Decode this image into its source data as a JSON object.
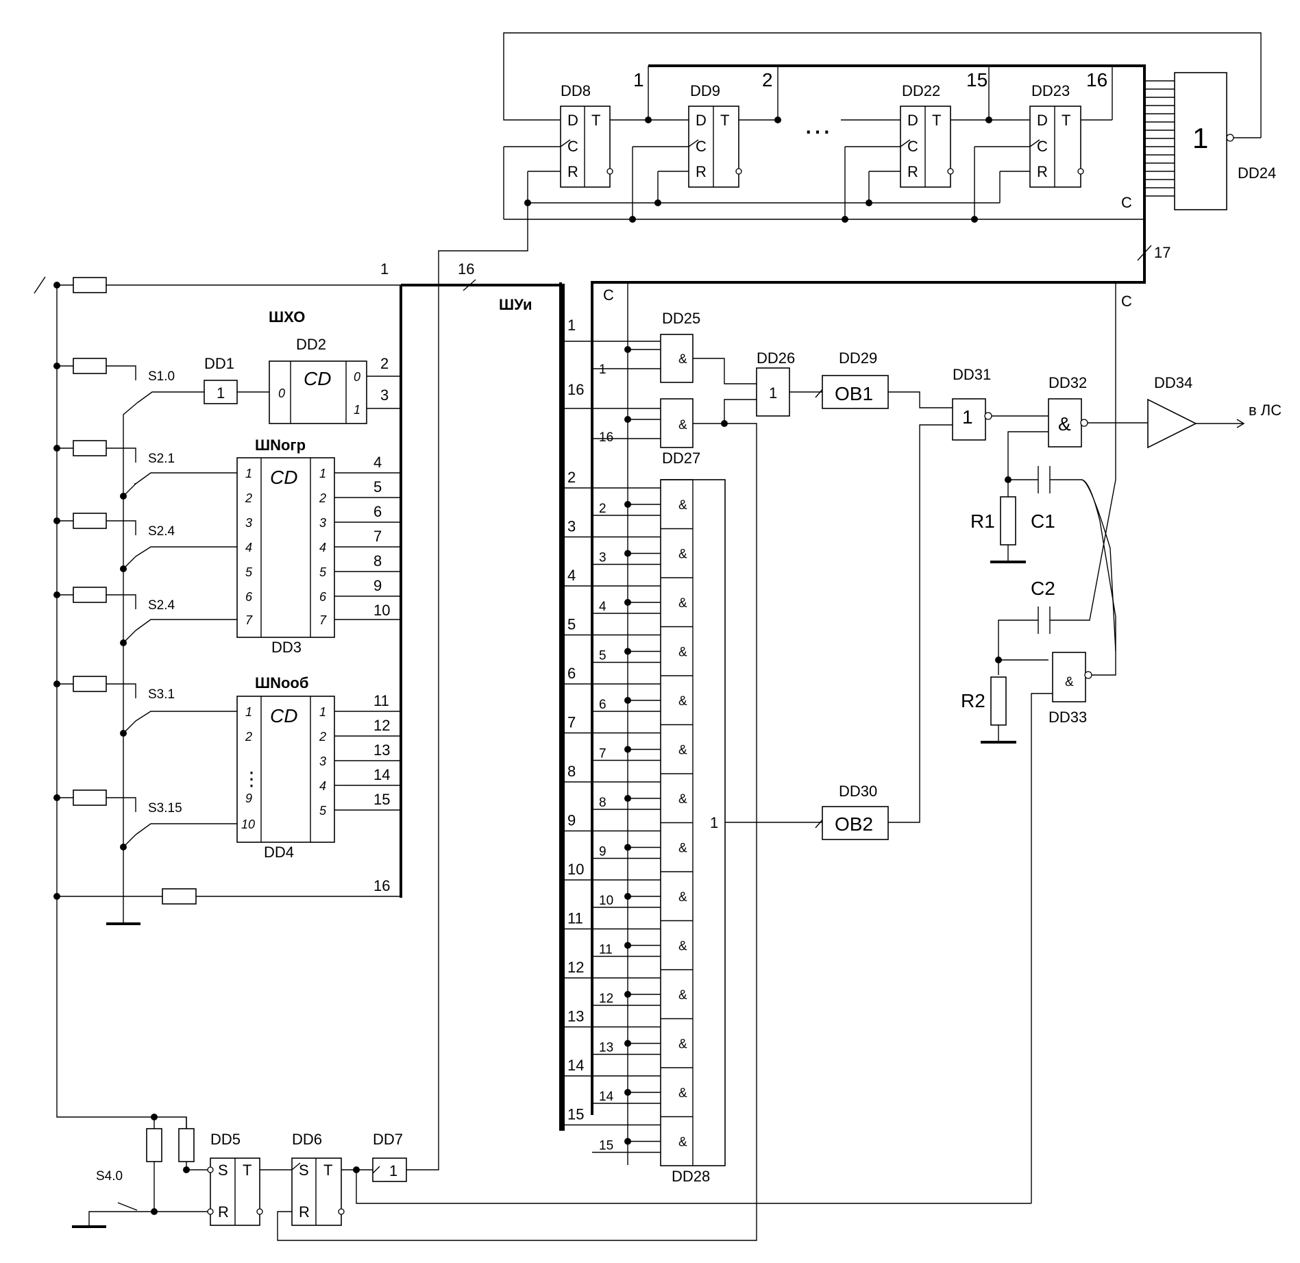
{
  "diagram": {
    "chips": {
      "dd1": "DD1",
      "dd2": "DD2",
      "dd3": "DD3",
      "dd4": "DD4",
      "dd5": "DD5",
      "dd6": "DD6",
      "dd7": "DD7",
      "dd8": "DD8",
      "dd9": "DD9",
      "dd22": "DD22",
      "dd23": "DD23",
      "dd24": "DD24",
      "dd25": "DD25",
      "dd26": "DD26",
      "dd27": "DD27",
      "dd28": "DD28",
      "dd29": "DD29",
      "dd30": "DD30",
      "dd31": "DD31",
      "dd32": "DD32",
      "dd33": "DD33",
      "dd34": "DD34"
    },
    "buses": {
      "shkho": "ШХО",
      "shnogr": "ШNoгр",
      "shnoob": "ШNoоб",
      "shui": "ШУи"
    },
    "switches": {
      "s10": "S1.0",
      "s21": "S2.1",
      "s24a": "S2.4",
      "s24b": "S2.4",
      "s31": "S3.1",
      "s315": "S3.15",
      "s40": "S4.0"
    },
    "passives": {
      "r1": "R1",
      "r2": "R2",
      "c1": "C1",
      "c2": "C2"
    },
    "symbols": {
      "cd": "CD",
      "and": "&",
      "or": "1",
      "ov1": "ОВ1",
      "ov2": "ОВ2",
      "d": "D",
      "c": "C",
      "r": "R",
      "t": "T",
      "s": "S",
      "zero": "0",
      "one": "1",
      "ellipsis": "…",
      "dots": "⋮"
    },
    "output": "в ЛС",
    "wire_c": "C",
    "bus_counts": {
      "b16": "16",
      "b17": "17"
    },
    "shift_taps": [
      "1",
      "2",
      "15",
      "16"
    ],
    "left_bus_lines": [
      "1",
      "2",
      "3",
      "4",
      "5",
      "6",
      "7",
      "8",
      "9",
      "10",
      "11",
      "12",
      "13",
      "14",
      "15",
      "16"
    ],
    "dd3_in_pins": [
      "1",
      "2",
      "3",
      "4",
      "5",
      "6",
      "7"
    ],
    "dd3_out_pins": [
      "1",
      "2",
      "3",
      "4",
      "5",
      "6",
      "7"
    ],
    "dd4_in_pins": [
      "1",
      "2",
      "9",
      "10"
    ],
    "dd4_out_pins": [
      "1",
      "2",
      "3",
      "4",
      "5"
    ],
    "shui_left": [
      "1",
      "16",
      "2",
      "3",
      "4",
      "5",
      "6",
      "7",
      "8",
      "9",
      "10",
      "11",
      "12",
      "13",
      "14",
      "15"
    ],
    "shui_right": [
      "1",
      "16",
      "2",
      "3",
      "4",
      "5",
      "6",
      "7",
      "8",
      "9",
      "10",
      "11",
      "12",
      "13",
      "14",
      "15"
    ]
  }
}
